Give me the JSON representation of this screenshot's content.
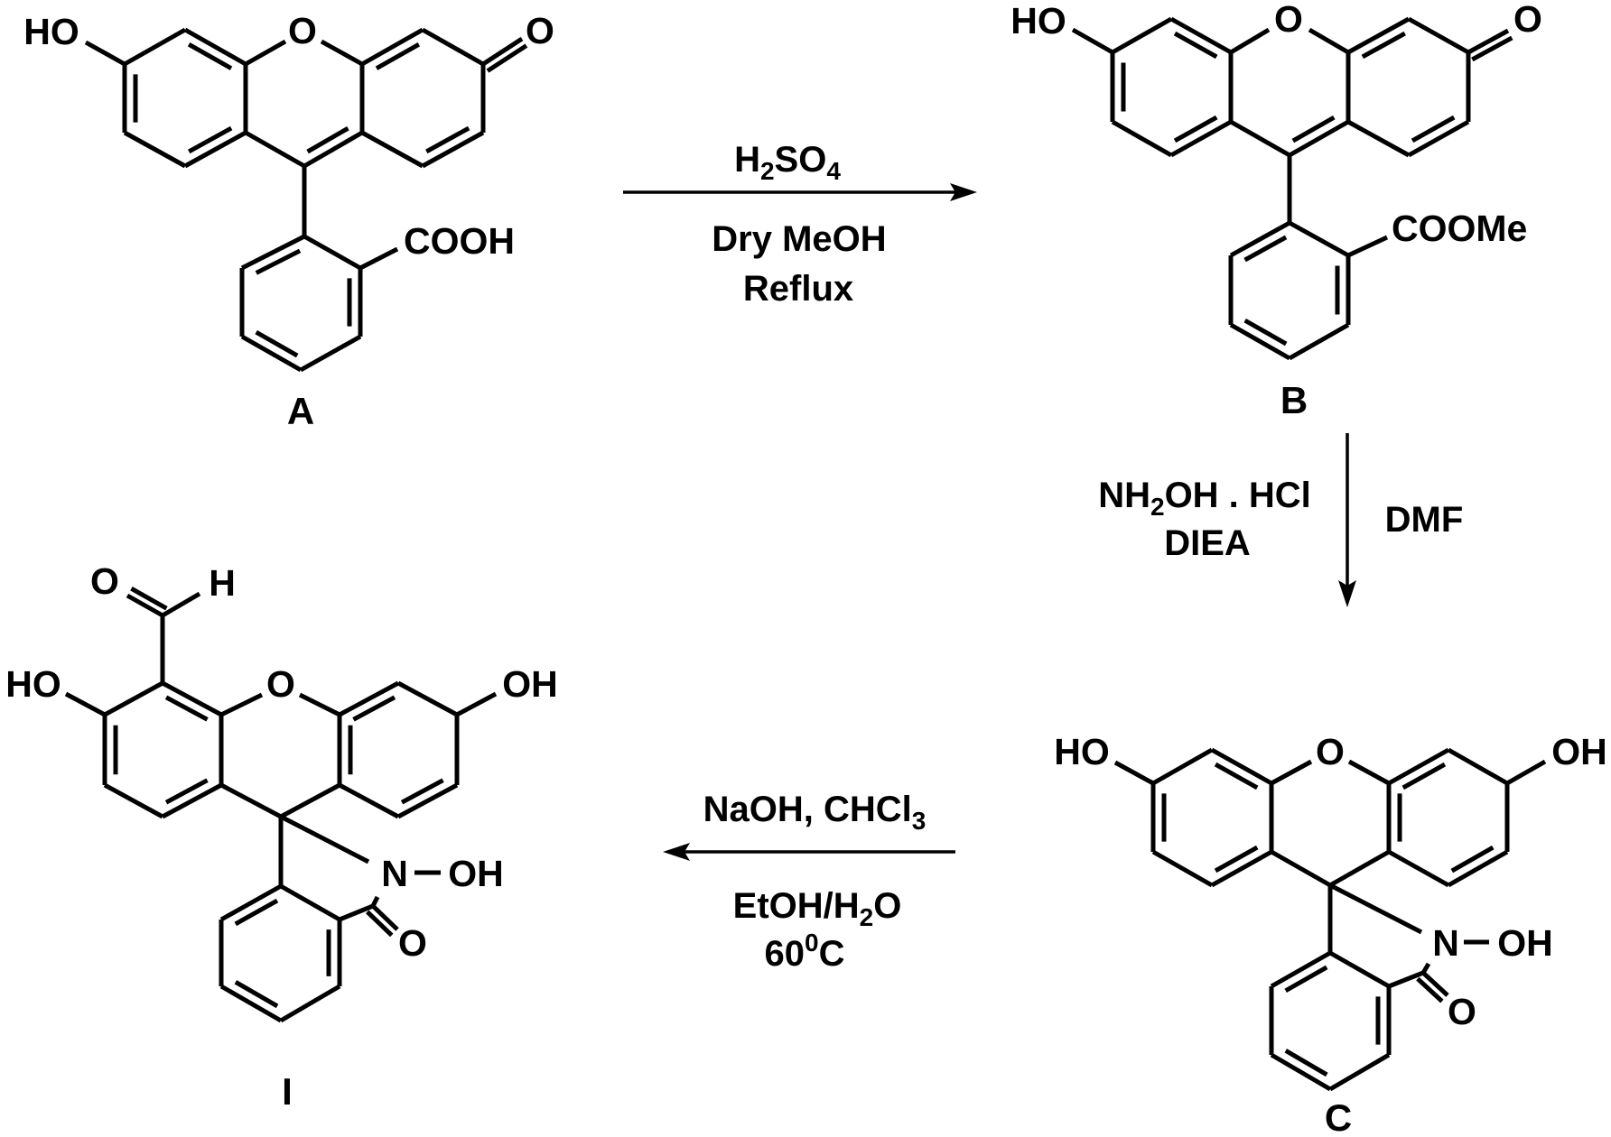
{
  "figure": {
    "type": "reaction-scheme",
    "colors": {
      "ink": "#000000",
      "background": "#ffffff"
    }
  },
  "compounds": {
    "A": {
      "label": "A",
      "groups": {
        "hydroxyl": "HO",
        "ring_oxygen": "O",
        "carbonyl_oxygen": "O",
        "acid": "COOH"
      }
    },
    "B": {
      "label": "B",
      "groups": {
        "hydroxyl": "HO",
        "ring_oxygen": "O",
        "carbonyl_oxygen": "O",
        "ester": "COOMe"
      }
    },
    "C": {
      "label": "C",
      "groups": {
        "hydroxyl_left": "HO",
        "hydroxyl_right": "OH",
        "ring_oxygen": "O",
        "nitrogen": "N",
        "n_hydroxyl": "OH",
        "lactam_oxygen": "O"
      }
    },
    "I": {
      "label": "I",
      "groups": {
        "aldehyde_oxygen": "O",
        "aldehyde_hydrogen": "H",
        "hydroxyl_left": "HO",
        "hydroxyl_right": "OH",
        "ring_oxygen": "O",
        "nitrogen": "N",
        "n_hydroxyl": "OH",
        "lactam_oxygen": "O"
      }
    }
  },
  "steps": [
    {
      "from": "A",
      "to": "B",
      "direction": "right",
      "above": [
        {
          "parts": [
            {
              "t": "H"
            },
            {
              "t": "2",
              "sub": true
            },
            {
              "t": "SO"
            },
            {
              "t": "4",
              "sub": true
            }
          ]
        }
      ],
      "below": [
        {
          "parts": [
            {
              "t": "Dry MeOH"
            }
          ]
        },
        {
          "parts": [
            {
              "t": "Reflux"
            }
          ]
        }
      ]
    },
    {
      "from": "B",
      "to": "C",
      "direction": "down",
      "left": [
        {
          "parts": [
            {
              "t": "NH"
            },
            {
              "t": "2",
              "sub": true
            },
            {
              "t": "OH . HCl"
            }
          ]
        },
        {
          "parts": [
            {
              "t": "DIEA"
            }
          ]
        }
      ],
      "right": [
        {
          "parts": [
            {
              "t": "DMF"
            }
          ]
        }
      ]
    },
    {
      "from": "C",
      "to": "I",
      "direction": "left",
      "above": [
        {
          "parts": [
            {
              "t": "NaOH,  CHCl"
            },
            {
              "t": "3",
              "sub": true
            }
          ]
        }
      ],
      "below": [
        {
          "parts": [
            {
              "t": "EtOH/H"
            },
            {
              "t": "2",
              "sub": true
            },
            {
              "t": "O"
            }
          ]
        },
        {
          "parts": [
            {
              "t": "60"
            },
            {
              "t": "0",
              "sup": true
            },
            {
              "t": "C"
            }
          ]
        }
      ]
    }
  ]
}
